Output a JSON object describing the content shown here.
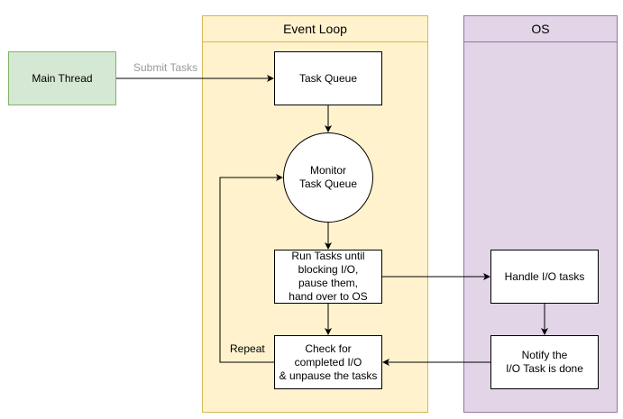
{
  "lanes": {
    "event_loop": "Event Loop",
    "os": "OS"
  },
  "nodes": {
    "main_thread": "Main Thread",
    "task_queue": "Task Queue",
    "monitor": "Monitor\nTask Queue",
    "run_tasks": "Run Tasks until\nblocking I/O,\npause them,\nhand over to OS",
    "check": "Check for\ncompleted I/O\n& unpause the tasks",
    "handle_io": "Handle I/O tasks",
    "notify": "Notify the\nI/O Task is done"
  },
  "edges": {
    "submit": "Submit Tasks",
    "repeat": "Repeat"
  },
  "colors": {
    "main_thread_fill": "#d5e8d4",
    "main_thread_stroke": "#82b366",
    "event_loop_fill": "#fff2cc",
    "event_loop_stroke": "#d6b656",
    "os_fill": "#e1d5e7",
    "os_stroke": "#9673a6"
  }
}
